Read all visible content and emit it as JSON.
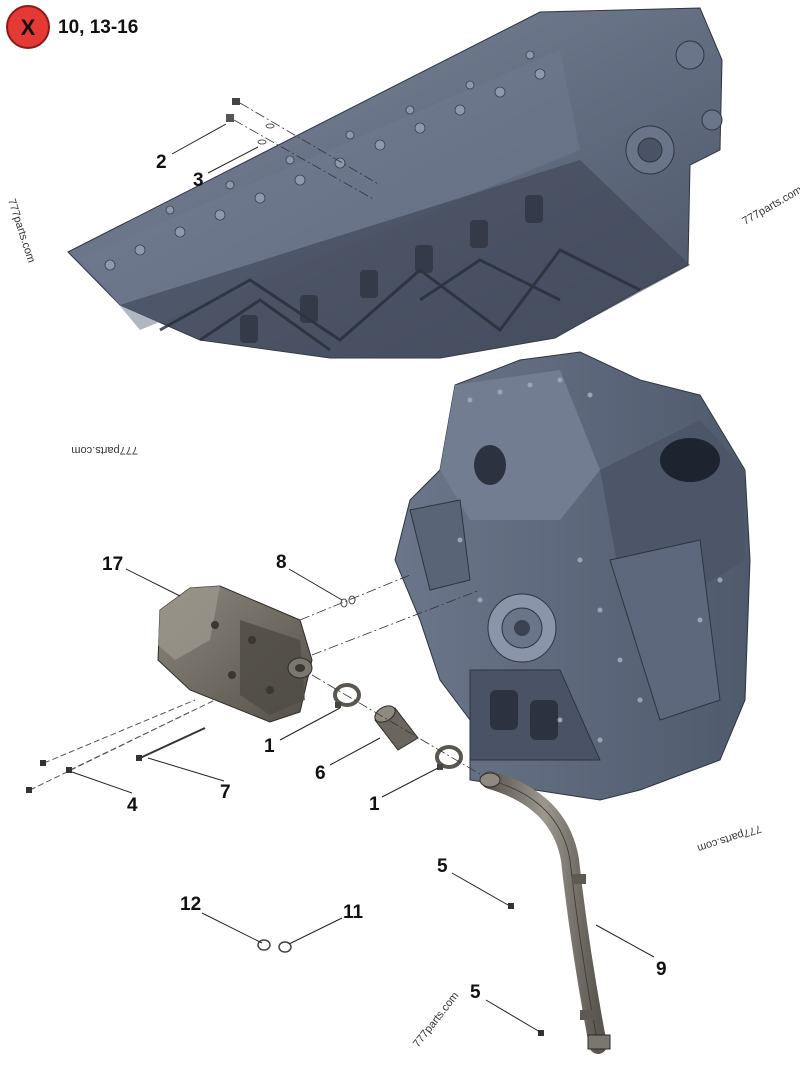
{
  "header": {
    "excluded_icon": "x-circle-icon",
    "excluded_items": "10, 13-16"
  },
  "callouts": {
    "c1a": "1",
    "c1b": "1",
    "c2": "2",
    "c3": "3",
    "c4": "4",
    "c5a": "5",
    "c5b": "5",
    "c6": "6",
    "c7": "7",
    "c8": "8",
    "c9": "9",
    "c11": "11",
    "c12": "12",
    "c17": "17"
  },
  "watermarks": {
    "w1": "777parts.com",
    "w2": "777parts.com",
    "w3": "777parts.com",
    "w4": "777parts.com",
    "w5": "777parts.com"
  },
  "colors": {
    "engine": "#5b6578",
    "engine_dark": "#3b4252",
    "pump": "#6e6a62",
    "hose": "#7a7670",
    "badge": "#e53935"
  }
}
